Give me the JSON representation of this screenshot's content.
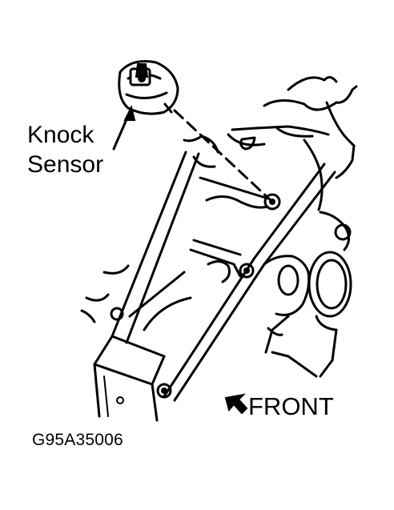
{
  "labels": {
    "knock": "Knock",
    "sensor": "Sensor",
    "front": "FRONT",
    "figure_id": "G95A35006"
  },
  "icons": {
    "front_arrow": "arrow-up-left-icon"
  },
  "colors": {
    "ink": "#000000",
    "background": "#ffffff"
  }
}
